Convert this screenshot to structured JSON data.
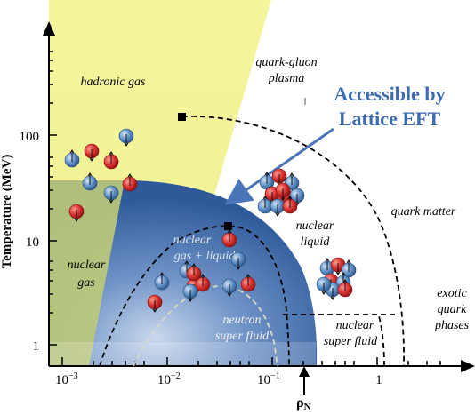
{
  "axes": {
    "ylabel": "Temperature  (MeV)",
    "yticks": [
      "100",
      "10",
      "1"
    ],
    "xticks": [
      "10^-3",
      "10^-2",
      "10^-1",
      "1"
    ],
    "xmarker": "ρN"
  },
  "regions": {
    "hadronic_gas": "hadronic gas",
    "qgp_line1": "quark-gluon",
    "qgp_line2": "plasma",
    "nuclear_gas_line1": "nuclear",
    "nuclear_gas_line2": "gas",
    "nuclear_gas_liquid_line1": "nuclear",
    "nuclear_gas_liquid_line2": "gas + liquid",
    "nuclear_liquid_line1": "nuclear",
    "nuclear_liquid_line2": "liquid",
    "neutron_sf_line1": "neutron",
    "neutron_sf_line2": "super fluid",
    "nuclear_sf_line1": "nuclear",
    "nuclear_sf_line2": "super fluid",
    "quark_matter": "quark matter",
    "exotic_line1": "exotic",
    "exotic_line2": "quark",
    "exotic_line3": "phases"
  },
  "annotation": {
    "line1": "Accessible by",
    "line2": "Lattice EFT",
    "color": "#3d6ab0"
  },
  "colors": {
    "yellow": "#f2f39a",
    "olive": "#bcc97a",
    "blue_dark": "#2f5a9a",
    "proton": "#d9312e",
    "neutron": "#5f8fc6"
  }
}
